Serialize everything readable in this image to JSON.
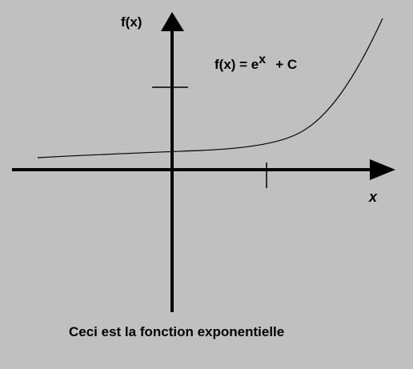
{
  "y_axis_label": "f(x)",
  "x_axis_label": "x",
  "formula": {
    "prefix": "f(x) = e",
    "superscript": "x",
    "suffix": "+ C"
  },
  "caption": "Ceci est la fonction exponentielle",
  "colors": {
    "background": "#c0c0c0",
    "ink": "#000000"
  }
}
